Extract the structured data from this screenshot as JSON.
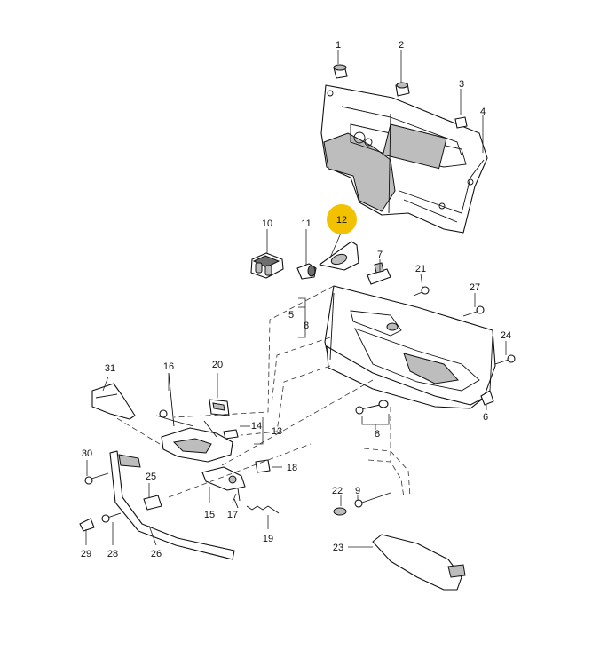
{
  "highlight_color": "#f2c200",
  "callouts": [
    {
      "id": "c1",
      "label": "1"
    },
    {
      "id": "c2",
      "label": "2"
    },
    {
      "id": "c3",
      "label": "3"
    },
    {
      "id": "c4",
      "label": "4"
    },
    {
      "id": "c5",
      "label": "5"
    },
    {
      "id": "c6",
      "label": "6"
    },
    {
      "id": "c7",
      "label": "7"
    },
    {
      "id": "c8a",
      "label": "8"
    },
    {
      "id": "c8b",
      "label": "8"
    },
    {
      "id": "c9",
      "label": "9"
    },
    {
      "id": "c10",
      "label": "10"
    },
    {
      "id": "c11",
      "label": "11"
    },
    {
      "id": "c12",
      "label": "12",
      "highlighted": true
    },
    {
      "id": "c13",
      "label": "13"
    },
    {
      "id": "c14",
      "label": "14"
    },
    {
      "id": "c15",
      "label": "15"
    },
    {
      "id": "c16",
      "label": "16"
    },
    {
      "id": "c17",
      "label": "17"
    },
    {
      "id": "c18",
      "label": "18"
    },
    {
      "id": "c19",
      "label": "19"
    },
    {
      "id": "c20",
      "label": "20"
    },
    {
      "id": "c21",
      "label": "21"
    },
    {
      "id": "c22",
      "label": "22"
    },
    {
      "id": "c23",
      "label": "23"
    },
    {
      "id": "c24",
      "label": "24"
    },
    {
      "id": "c25",
      "label": "25"
    },
    {
      "id": "c26",
      "label": "26"
    },
    {
      "id": "c27",
      "label": "27"
    },
    {
      "id": "c28",
      "label": "28"
    },
    {
      "id": "c29",
      "label": "29"
    },
    {
      "id": "c30",
      "label": "30"
    },
    {
      "id": "c31",
      "label": "31"
    }
  ]
}
